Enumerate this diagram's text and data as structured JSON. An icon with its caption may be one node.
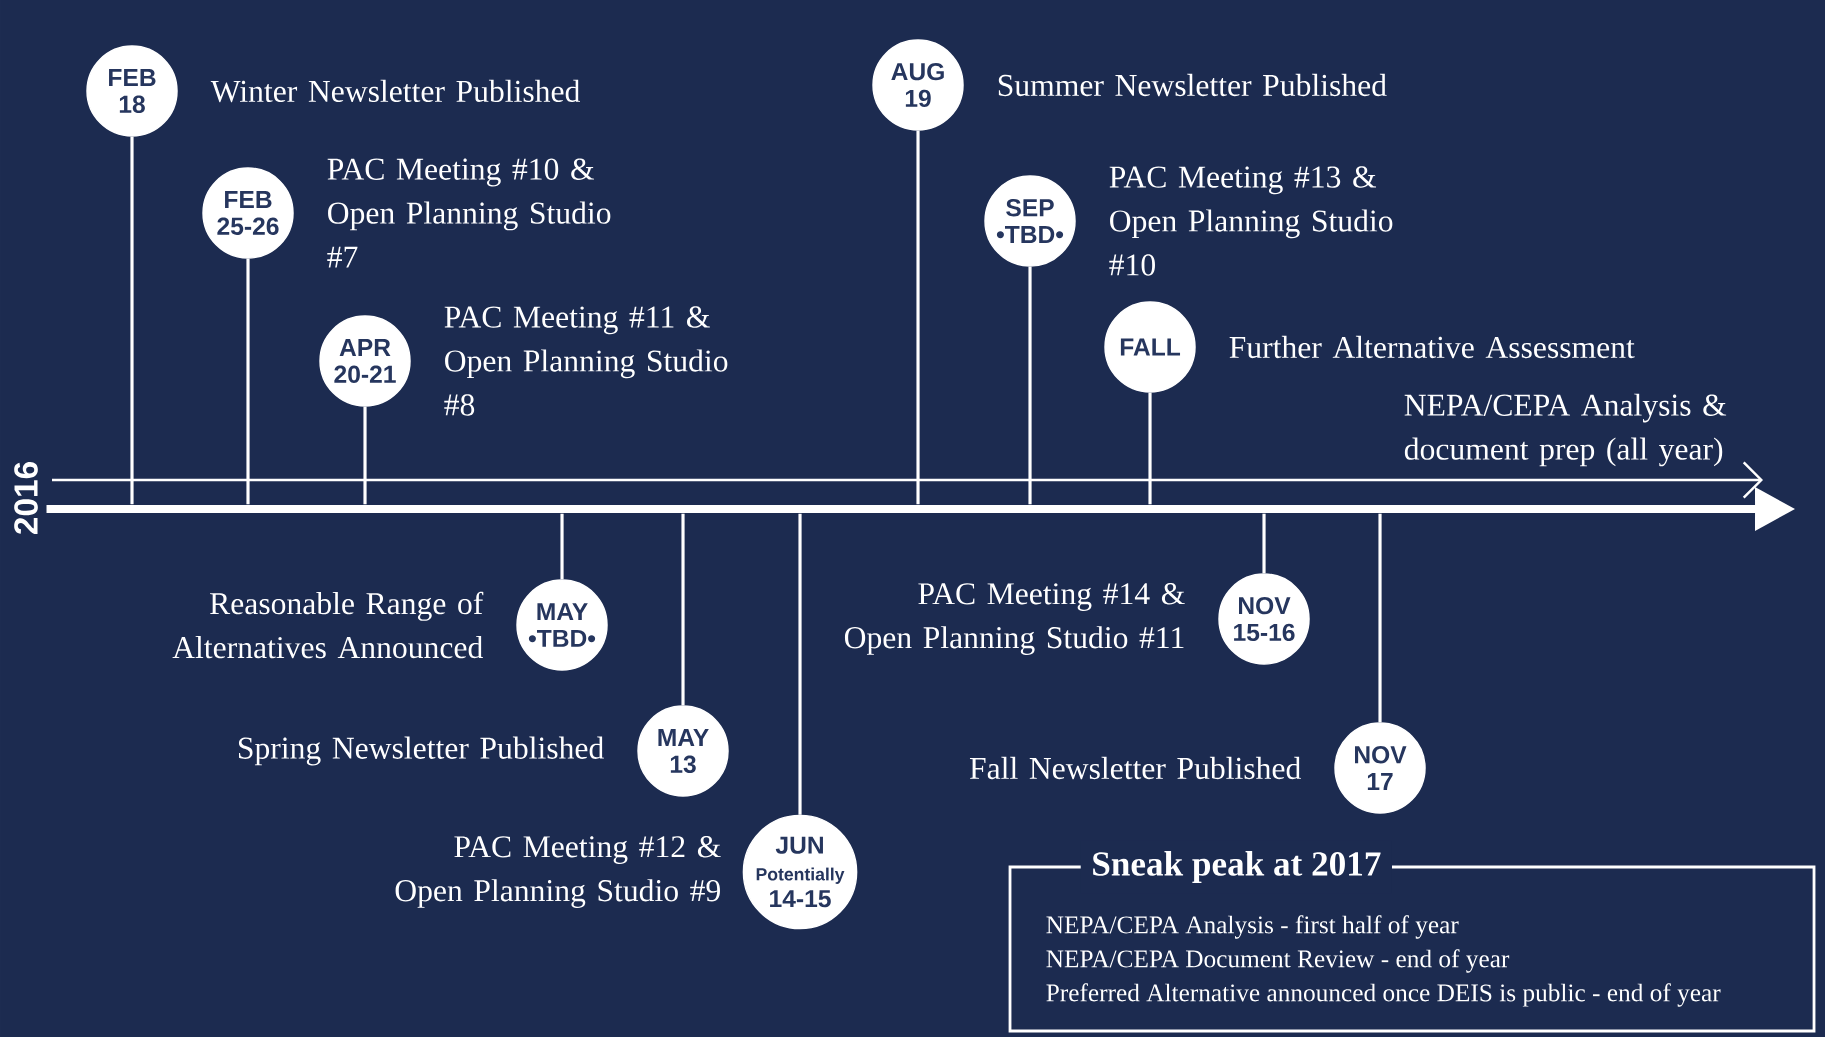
{
  "diagram": {
    "nodes": [
      {
        "text": [
          "FEB",
          "18"
        ],
        "beside": [
          "Winter Newsletter Published"
        ]
      },
      {
        "text": [
          "FEB",
          "25-26"
        ],
        "beside": [
          "PAC Meeting #10 & Open Planning Studio #7"
        ]
      },
      {
        "text": [
          "APR",
          "20-21"
        ],
        "beside": [
          "PAC Meeting #11 & Open Planning Studio #8"
        ]
      },
      {
        "text": [
          "MAY",
          "•TBD•"
        ],
        "beside": [
          "Reasonable Range of Alternatives Announced"
        ]
      },
      {
        "text": [
          "MAY",
          "13"
        ],
        "beside": [
          "Spring Newsletter Published"
        ]
      },
      {
        "text": [
          "JUN",
          "Potentially",
          "14-15"
        ],
        "beside": [
          "PAC Meeting #12 & Open Planning Studio #9"
        ]
      },
      {
        "text": [
          "AUG",
          "19"
        ],
        "beside": [
          "Summer Newsletter Published"
        ]
      },
      {
        "text": [
          "SEP",
          "•TBD•"
        ],
        "beside": [
          "PAC Meeting #13 & Open Planning Studio #10"
        ]
      },
      {
        "text": [
          "FALL"
        ],
        "beside": [
          "Further Alternative Assessment"
        ]
      },
      {
        "text": [
          "NOV",
          "15-16"
        ],
        "beside": [
          "PAC Meeting #14 & Open Planning Studio #11"
        ]
      },
      {
        "text": [
          "NOV",
          "17"
        ],
        "beside": [
          "Fall Newsletter Published"
        ]
      },
      {
        "text": [],
        "shape": "bar"
      },
      {
        "text": [
          "Sneak peak at 2017",
          "NEPA/CEPA Analysis - first half of year",
          "NEPA/CEPA Document Review - end of year",
          "Preferred Alternative announced once DEIS is public  - end of year"
        ]
      }
    ],
    "edges": [
      {
        "from": 0,
        "to": 11,
        "arrow": "none"
      },
      {
        "from": 1,
        "to": 11,
        "arrow": "none"
      },
      {
        "from": 2,
        "to": 11,
        "arrow": "none"
      },
      {
        "from": 3,
        "to": 11,
        "arrow": "none"
      },
      {
        "from": 4,
        "to": 11,
        "arrow": "none"
      },
      {
        "from": 5,
        "to": 11,
        "arrow": "none"
      },
      {
        "from": 6,
        "to": 11,
        "arrow": "none"
      },
      {
        "from": 7,
        "to": 11,
        "arrow": "none"
      },
      {
        "from": 8,
        "to": 11,
        "arrow": "none"
      },
      {
        "from": 9,
        "to": 11,
        "arrow": "none"
      },
      {
        "from": 10,
        "to": 11,
        "arrow": "none"
      }
    ],
    "labels": [
      "2016",
      "NEPA/CEPA Analysis & document prep (all year)"
    ]
  }
}
